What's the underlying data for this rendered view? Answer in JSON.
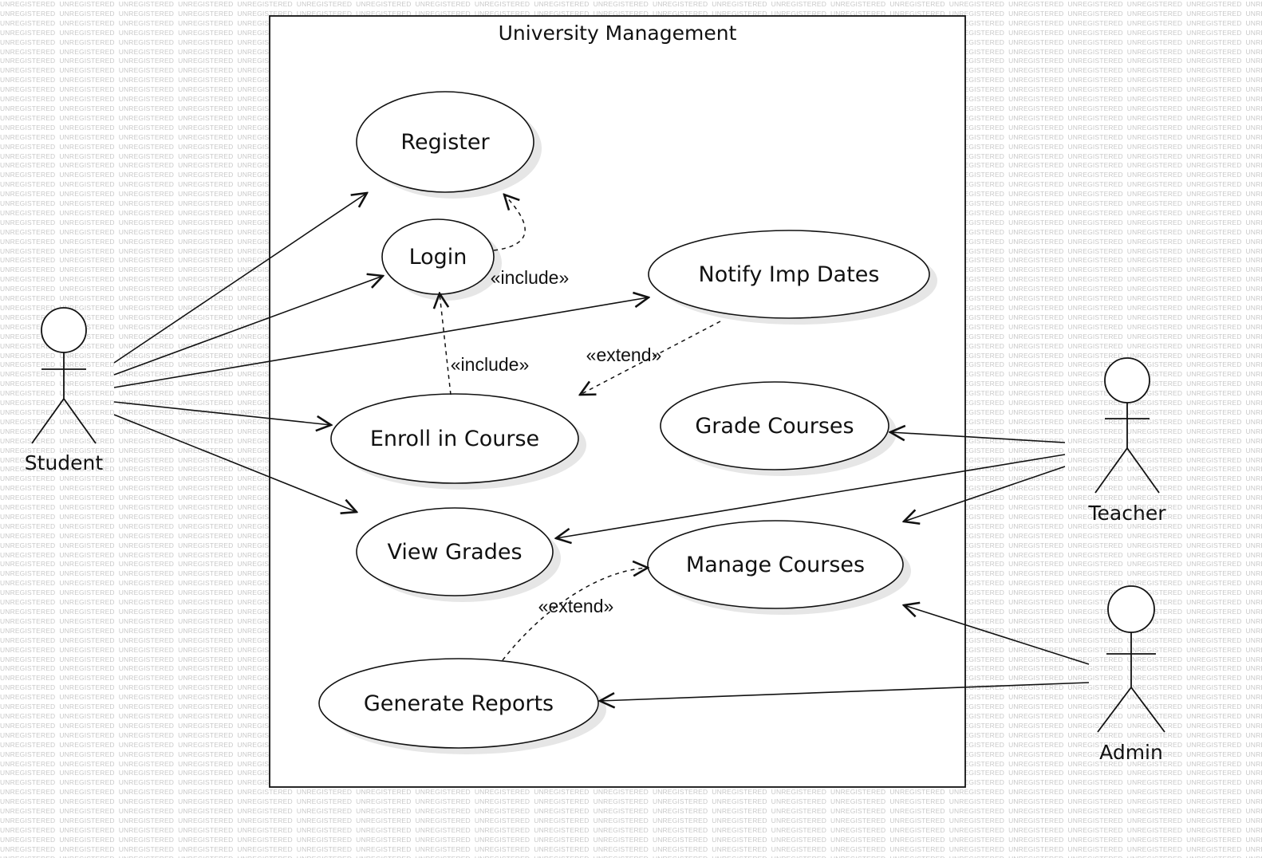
{
  "watermark": {
    "text": "UNREGISTERED"
  },
  "system": {
    "title": "University Management"
  },
  "use_cases": [
    {
      "id": "register",
      "label": "Register"
    },
    {
      "id": "login",
      "label": "Login"
    },
    {
      "id": "notify",
      "label": "Notify Imp Dates"
    },
    {
      "id": "enroll",
      "label": "Enroll in Course"
    },
    {
      "id": "grade",
      "label": "Grade Courses"
    },
    {
      "id": "view",
      "label": "View Grades"
    },
    {
      "id": "manage",
      "label": "Manage Courses"
    },
    {
      "id": "reports",
      "label": "Generate Reports"
    }
  ],
  "actors": [
    {
      "id": "student",
      "label": "Student"
    },
    {
      "id": "teacher",
      "label": "Teacher"
    },
    {
      "id": "admin",
      "label": "Admin"
    }
  ],
  "relations": [
    {
      "id": "login-register",
      "label": "«include»"
    },
    {
      "id": "enroll-login",
      "label": "«include»"
    },
    {
      "id": "notify-enroll",
      "label": "«extend»"
    },
    {
      "id": "reports-manage",
      "label": "«extend»"
    }
  ],
  "colors": {
    "line": "#111111",
    "shadow": "#e6e6e6",
    "watermark": "#c9c9c9",
    "background": "#ffffff"
  }
}
